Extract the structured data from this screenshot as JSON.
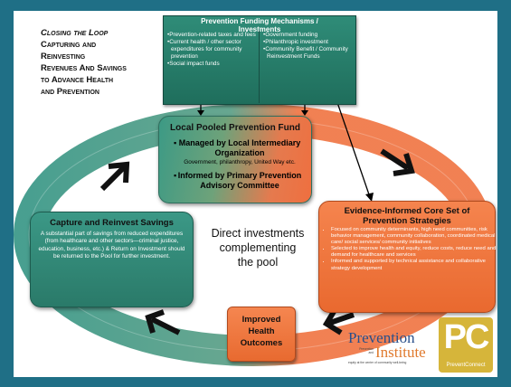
{
  "title_lines": {
    "line1": "Closing the Loop",
    "line2": "Capturing and",
    "line3": "Reinvesting",
    "line4": "Revenues And Savings",
    "line5": "to Advance Health",
    "line6": "and Prevention"
  },
  "funding": {
    "header_line1": "Prevention Funding Mechanisms /",
    "header_line2": "Investments",
    "left_items": [
      "•Prevention-related taxes and fees",
      "•Current health / other sector expenditures for community prevention",
      "•Social impact funds"
    ],
    "right_items": [
      "•Government funding",
      "•Philanthropic investment",
      "•Community Benefit / Community Reinvestment Funds"
    ]
  },
  "pool": {
    "title": "Local Pooled Prevention Fund",
    "bullet1_line1": "Managed by Local Intermediary",
    "bullet1_line2": "Organization",
    "bullet1_sub": "Government, philanthropy, United Way etc.",
    "bullet2_line1": "Informed by Primary Prevention",
    "bullet2_line2": "Advisory Committee",
    "bullet_char": "▪"
  },
  "evidence": {
    "title_line1": "Evidence-Informed Core Set of",
    "title_line2": "Prevention Strategies",
    "items": [
      "Focused on community determinants, high need communities, risk behavior management, community collaboration, coordinated medical care/ social services/ community initiatives",
      "Selected to improve health and equity, reduce costs, reduce need and demand for healthcare and services",
      "Informed and supported by technical assistance and collaborative strategy development"
    ]
  },
  "capture": {
    "title": "Capture and Reinvest Savings",
    "body": "A substantial part of savings from reduced expenditures (from healthcare and other sectors—criminal justice, education, business, etc.) & Return on Investment should be returned to the Pool for further investment."
  },
  "improved": {
    "line1": "Improved",
    "line2": "Health",
    "line3": "Outcomes"
  },
  "center": {
    "line1": "Direct investments",
    "line2": "complementing",
    "line3": "the pool"
  },
  "logos": {
    "prevention_word": "Prevention",
    "institute_word": "Institute",
    "pi_tagline1": "Prevention",
    "pi_tagline2": "and",
    "pi_tagline3": "equity at the center of community well-being",
    "pc_letters": "PC",
    "pc_name": "PreventConnect"
  },
  "colors": {
    "background": "#1f6f86",
    "teal": "#2f8c78",
    "orange": "#ef6f3f",
    "ring_teal": "#3f9a8a",
    "ring_orange": "#f07a4a",
    "pc_gold": "#d6b53a",
    "pi_blue": "#2a4f8a",
    "pi_orange": "#e07a2e"
  }
}
